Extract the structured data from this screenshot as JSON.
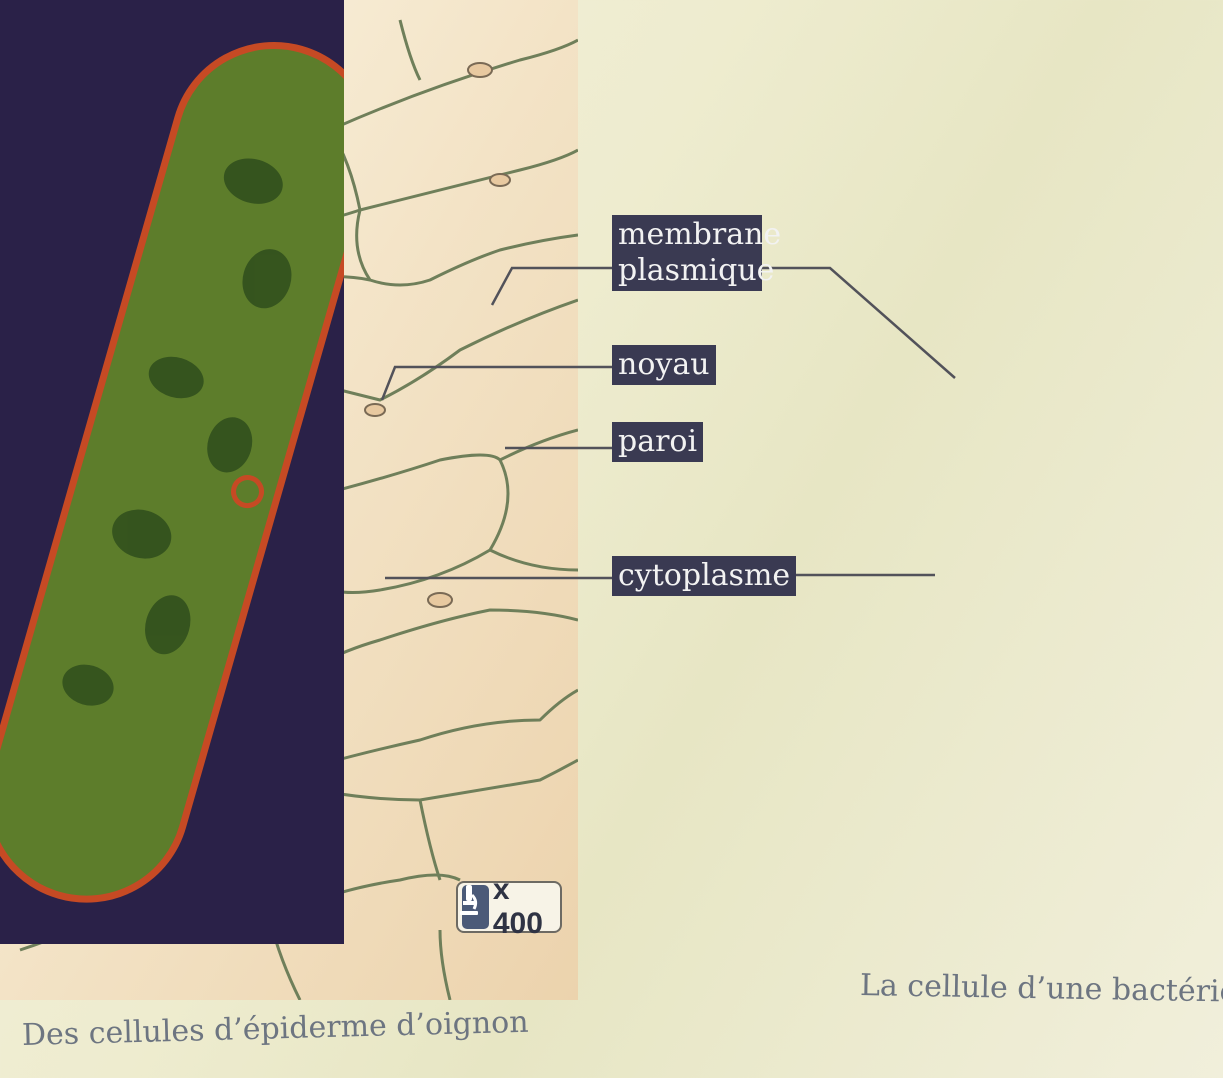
{
  "labels": {
    "membrane": "membrane\nplasmique",
    "noyau": "noyau",
    "paroi": "paroi",
    "cytoplasme": "cytoplasme"
  },
  "magnification": "x 400",
  "captions": {
    "onion": "Des cellules d’épiderme d’oignon",
    "bacterium": "La cellule d’une bactérie"
  },
  "icons": {
    "microscope": "microscope-icon"
  },
  "colors": {
    "label_bg": "#3a3a52",
    "label_text": "#f2f2f2",
    "onion_bg": "#f2e6c8",
    "cell_wall": "#6f7f5a",
    "bacteria_bg": "#2a2148",
    "bacteria_body": "#5d7d2b",
    "bacteria_membrane": "#c64a24",
    "caption_text": "#6d7581"
  }
}
